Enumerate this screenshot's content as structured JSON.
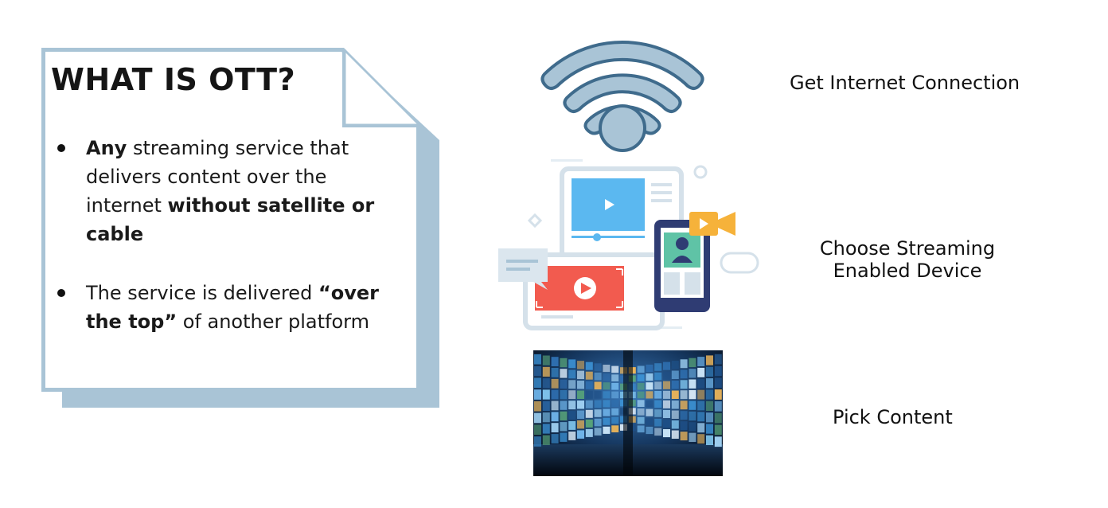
{
  "note": {
    "title": "WHAT IS OTT?",
    "bullets": [
      {
        "parts": [
          {
            "text": "Any",
            "bold": true
          },
          {
            "text": " streaming service that delivers content over the internet ",
            "bold": false
          },
          {
            "text": "without satellite or cable",
            "bold": true
          }
        ]
      },
      {
        "parts": [
          {
            "text": "The service is delivered ",
            "bold": false
          },
          {
            "text": "“over the top”",
            "bold": true
          },
          {
            "text": " of another platform",
            "bold": false
          }
        ]
      }
    ]
  },
  "steps": [
    {
      "label": "Get Internet Connection",
      "icon": "wifi-icon"
    },
    {
      "label_line1": "Choose Streaming",
      "label_line2": "Enabled Device",
      "icon": "streaming-devices-icon"
    },
    {
      "label": "Pick Content",
      "icon": "video-wall-image"
    }
  ],
  "colors": {
    "note_border": "#a9c4d6",
    "wifi_fill": "#a9c4d6",
    "wifi_stroke": "#3f6b8c",
    "screen_blue": "#5bb8f0",
    "video_red": "#f25b4f",
    "phone_navy": "#2f3c73",
    "camera_orange": "#f6b23a"
  }
}
